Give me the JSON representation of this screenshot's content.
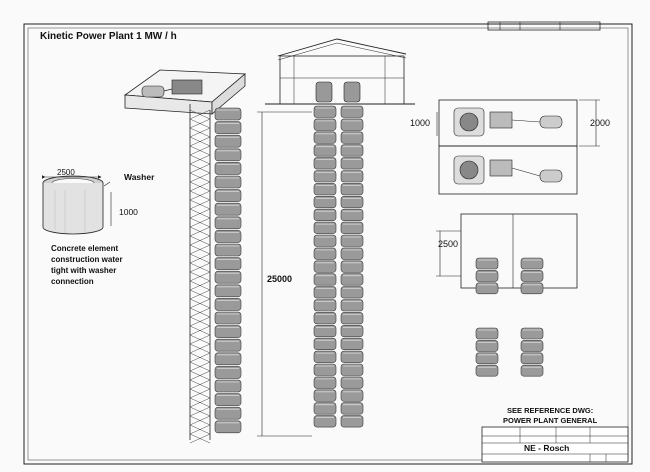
{
  "title": "Kinetic Power Plant 1 MW / h",
  "washer": {
    "label": "Washer",
    "dim_width": "2500",
    "dim_height": "1000",
    "description_lines": [
      "Concrete element",
      "construction water",
      "tight with washer",
      "connection"
    ]
  },
  "section": {
    "height_dim": "25000"
  },
  "plan": {
    "dim_small": "1000",
    "dim_large": "2000"
  },
  "detail": {
    "dim": "2500"
  },
  "reference": {
    "line1": "SEE REFERENCE DWG:",
    "line2": "POWER PLANT GENERAL"
  },
  "title_block": {
    "name": "NE - Rosch"
  },
  "colors": {
    "line": "#222222",
    "ring_fill": "#9a9a9a",
    "ring_edge": "#3a3a3a",
    "paper": "#fafafa"
  }
}
